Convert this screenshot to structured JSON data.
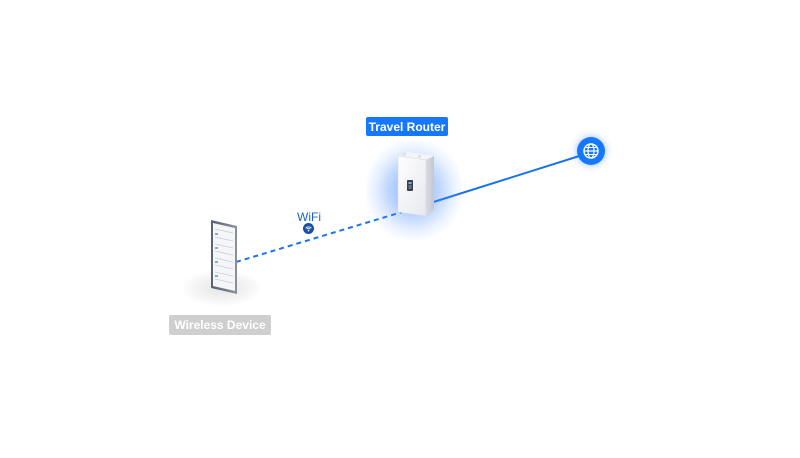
{
  "diagram": {
    "router_label": "Travel Router",
    "device_label": "Wireless Device",
    "link_label": "WiFi"
  },
  "icons": {
    "internet": "globe-icon",
    "wifi": "wifi-icon",
    "router": "travel-router-device",
    "device": "smartphone-device"
  },
  "colors": {
    "accent": "#1677ff",
    "link_solid": "#1a73e8",
    "link_dashed": "#1a73e8",
    "router_label_bg": "#1677ff",
    "device_label_bg": "#cfcfcf",
    "wifi_text": "#1666c5",
    "background": "#ffffff"
  }
}
